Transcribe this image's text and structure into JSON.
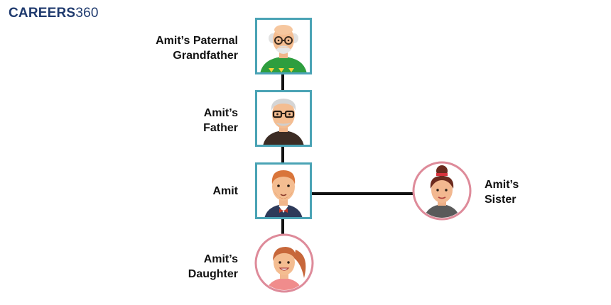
{
  "logo": {
    "part1": "CAREERS",
    "part2": "360"
  },
  "colors": {
    "square_frame": "#4aa3b5",
    "circle_frame": "#de8b9a",
    "connector": "#111111"
  },
  "nodes": {
    "grandfather": {
      "line1": "Amit’s Paternal",
      "line2": "Grandfather",
      "avatar": "elderly-man-avatar"
    },
    "father": {
      "line1": "Amit’s",
      "line2": "Father",
      "avatar": "older-man-glasses-avatar"
    },
    "amit": {
      "line1": "Amit",
      "avatar": "young-man-beard-avatar"
    },
    "sister": {
      "line1": "Amit’s",
      "line2": "Sister",
      "avatar": "woman-bun-avatar"
    },
    "daughter": {
      "line1": "Amit’s",
      "line2": "Daughter",
      "avatar": "girl-ponytail-avatar"
    }
  }
}
